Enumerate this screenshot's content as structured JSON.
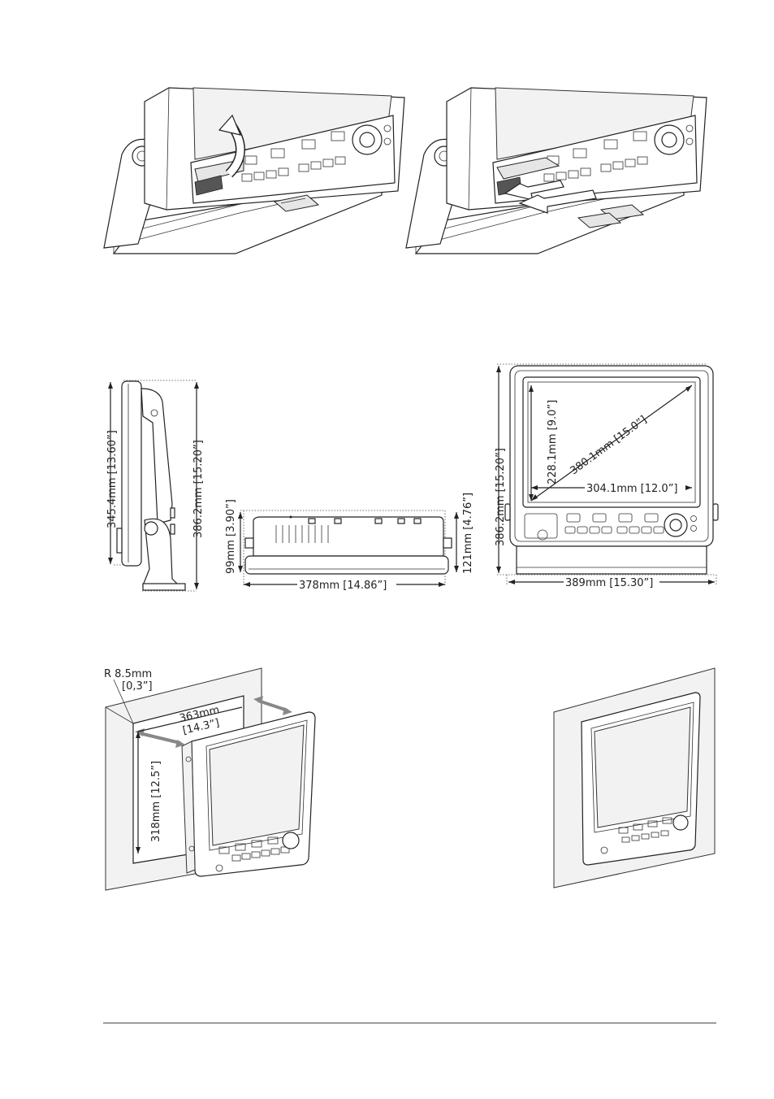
{
  "figures": {
    "side_view": {
      "height_inner": "345.4mm [13.60”]",
      "height_total": "386.2mm [15.20”]"
    },
    "top_view": {
      "depth_front": "99mm [3.90”]",
      "depth_total": "121mm [4.76”]",
      "width": "378mm [14.86”]"
    },
    "front_view": {
      "screen_height": "228.1mm [9.0”]",
      "screen_diagonal": "380.1mm [15.0”]",
      "screen_width": "304.1mm [12.0”]",
      "height": "386.2mm [15.20”]",
      "width": "389mm [15.30”]"
    },
    "flush_mount": {
      "radius_line1": "R 8.5mm",
      "radius_line2": "[0,3”]",
      "cutout_width_line1": "363mm",
      "cutout_width_line2": "[14.3”]",
      "cutout_height": "318mm [12.5”]"
    }
  }
}
